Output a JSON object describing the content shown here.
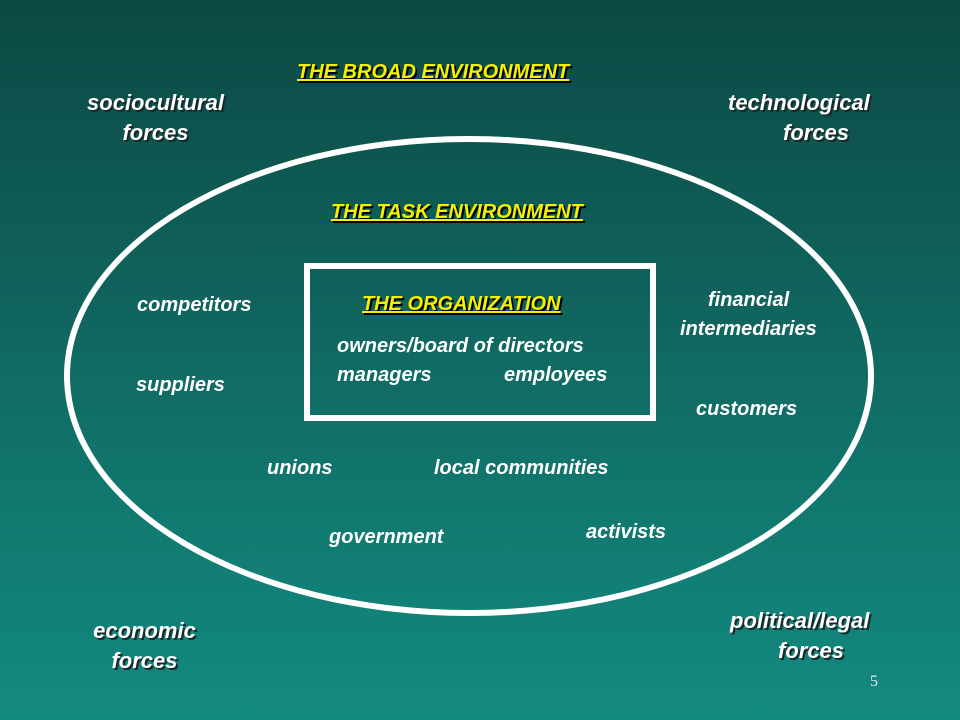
{
  "broad_environment": {
    "title": "THE BROAD ENVIRONMENT",
    "forces": {
      "sociocultural": [
        "sociocultural",
        "forces"
      ],
      "technological": [
        "technological",
        "forces"
      ],
      "economic": [
        "economic",
        "forces"
      ],
      "political_legal": [
        "political/legal",
        "forces"
      ]
    }
  },
  "task_environment": {
    "title": "THE TASK ENVIRONMENT",
    "elements": {
      "competitors": "competitors",
      "suppliers": "suppliers",
      "financial_intermediaries": [
        "financial",
        "intermediaries"
      ],
      "customers": "customers",
      "unions": "unions",
      "local_communities": "local communities",
      "government": "government",
      "activists": "activists"
    }
  },
  "organization": {
    "title": "THE ORGANIZATION",
    "line1": "owners/board of directors",
    "managers": "managers",
    "employees": "employees"
  },
  "page_number": "5"
}
